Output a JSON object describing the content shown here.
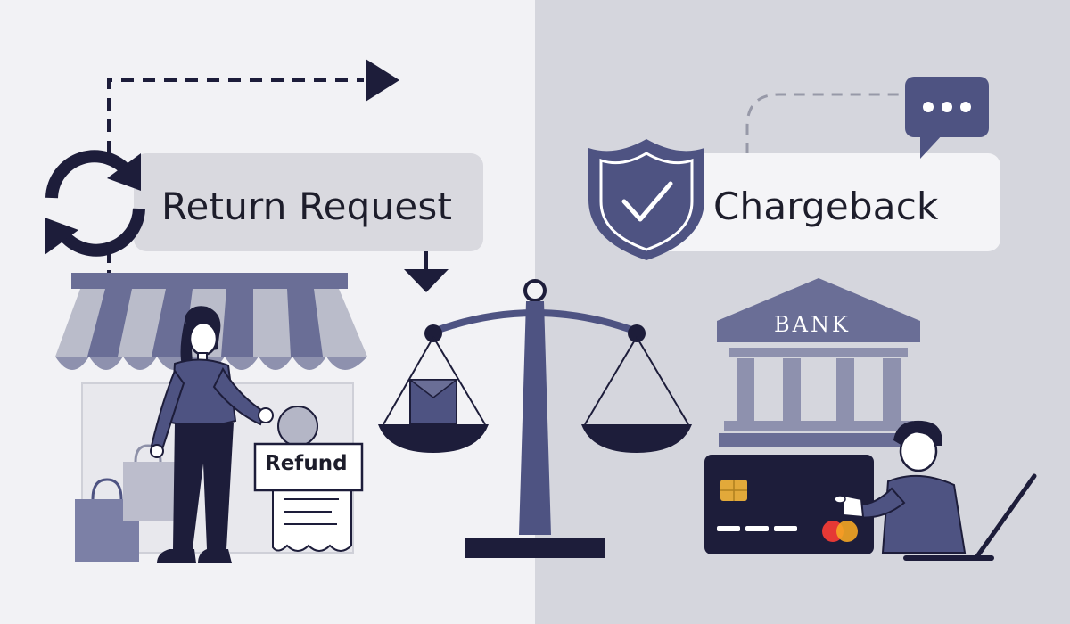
{
  "labels": {
    "return_request": "Return Request",
    "chargeback": "Chargeback",
    "refund": "Refund",
    "bank": "BANK"
  },
  "icons": [
    "refresh-cycle-icon",
    "shield-check-icon",
    "chat-bubble-icon",
    "down-arrow-icon",
    "right-arrow-icon",
    "balance-scale-icon",
    "bank-building-icon",
    "credit-card-icon",
    "shopping-bag-icon",
    "receipt-icon",
    "laptop-icon"
  ],
  "colors": {
    "left_background": "#f2f2f5",
    "right_background": "#d5d6dd",
    "primary": "#4e5382",
    "dark": "#1d1d3a",
    "label_box": "#d9d9df"
  }
}
